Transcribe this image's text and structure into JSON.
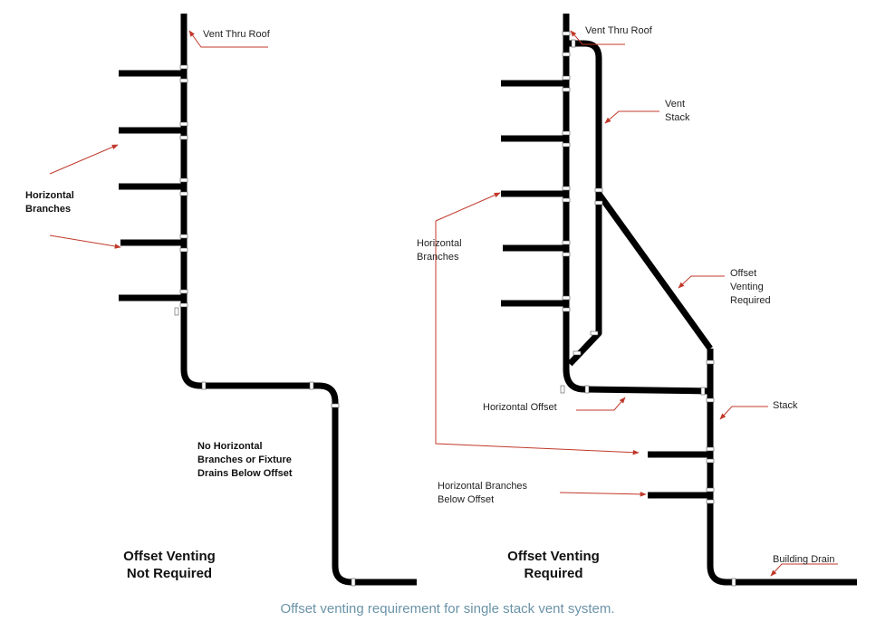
{
  "left_diagram": {
    "vent_label": "Vent Thru Roof",
    "branches_label": [
      "Horizontal",
      "Branches"
    ],
    "note_label": [
      "No Horizontal",
      "Branches or Fixture",
      "Drains Below Offset"
    ],
    "title": [
      "Offset Venting",
      "Not Required"
    ]
  },
  "right_diagram": {
    "vent_label": "Vent Thru Roof",
    "vent_stack_label": [
      "Vent",
      "Stack"
    ],
    "branches_label": [
      "Horizontal",
      "Branches"
    ],
    "offset_venting_label": [
      "Offset",
      "Venting",
      "Required"
    ],
    "horizontal_offset_label": "Horizontal Offset",
    "stack_label": "Stack",
    "below_offset_label": [
      "Horizontal Branches",
      "Below Offset"
    ],
    "building_drain_label": "Building Drain",
    "title": [
      "Offset Venting",
      "Required"
    ]
  },
  "caption": "Offset venting requirement for single stack vent system.",
  "colors": {
    "pipe": "#000000",
    "leader_arrow": "#c0392b",
    "caption_text": "#6b93a8"
  }
}
